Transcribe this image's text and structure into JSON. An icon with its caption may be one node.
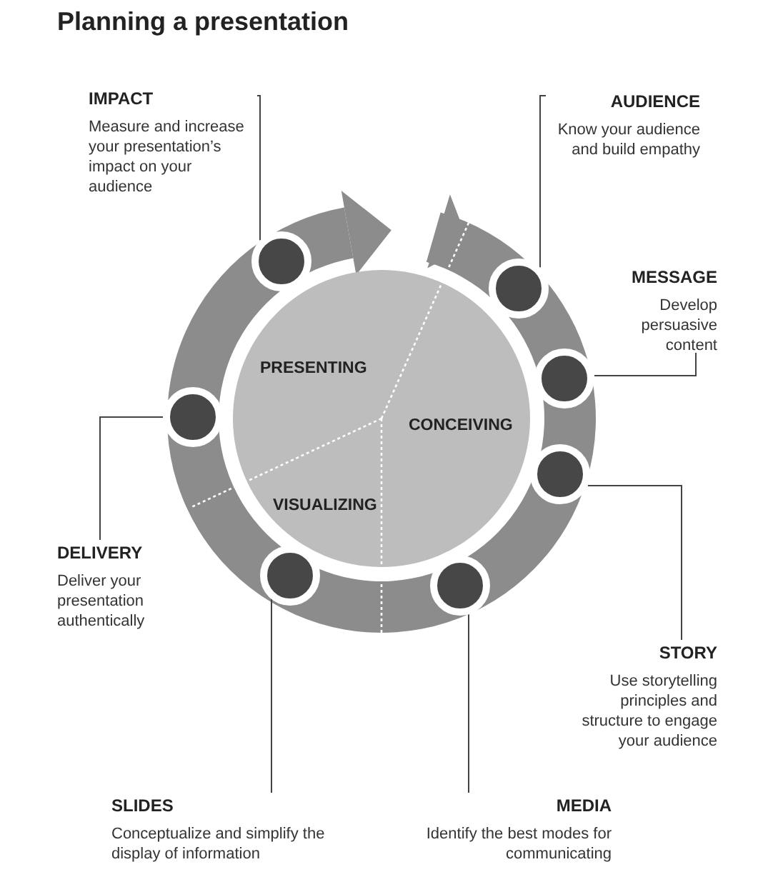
{
  "diagram": {
    "title": "Planning a presentation",
    "nodes": [
      {
        "text": [
          "IMPACT",
          "Measure and increase your presentation’s impact on your audience"
        ]
      },
      {
        "text": [
          "AUDIENCE",
          "Know your audience and build empathy"
        ]
      },
      {
        "text": [
          "MESSAGE",
          "Develop persuasive content"
        ]
      },
      {
        "text": [
          "DELIVERY",
          "Deliver your presentation authentically"
        ]
      },
      {
        "text": [
          "STORY",
          "Use storytelling principles and structure to engage your audience"
        ]
      },
      {
        "text": [
          "SLIDES",
          "Conceptualize and simplify the display of information"
        ]
      },
      {
        "text": [
          "MEDIA",
          "Identify the best modes for communicating"
        ]
      },
      {
        "text": [],
        "shape": "circle"
      },
      {
        "text": [],
        "shape": "circle"
      },
      {
        "text": [],
        "shape": "circle"
      },
      {
        "text": [],
        "shape": "circle"
      },
      {
        "text": [],
        "shape": "circle"
      },
      {
        "text": [],
        "shape": "circle"
      },
      {
        "text": [],
        "shape": "circle"
      }
    ],
    "edges": [
      {
        "from": 0,
        "to": 8,
        "arrow": "none"
      },
      {
        "from": 1,
        "to": 11,
        "arrow": "none"
      },
      {
        "from": 2,
        "to": 13,
        "arrow": "none"
      },
      {
        "from": 3,
        "to": 7,
        "arrow": "none"
      },
      {
        "from": 4,
        "to": 12,
        "arrow": "none"
      },
      {
        "from": 5,
        "to": 9,
        "arrow": "none"
      },
      {
        "from": 6,
        "to": 10,
        "arrow": "none"
      }
    ],
    "labels": [
      "PRESENTING",
      "CONCEIVING",
      "VISUALIZING"
    ]
  }
}
